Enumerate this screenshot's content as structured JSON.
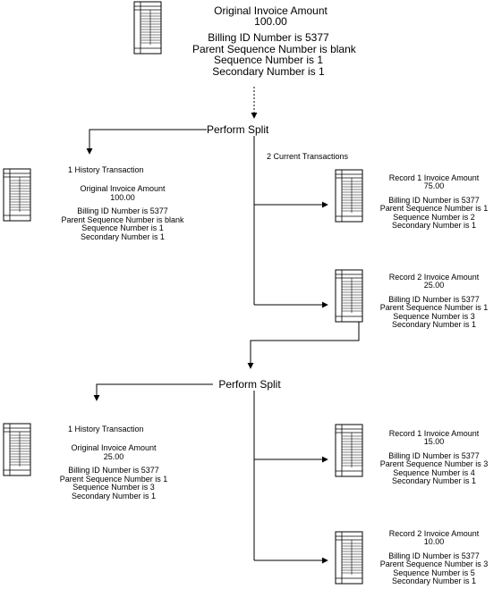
{
  "top": {
    "amount_label": "Original Invoice Amount",
    "amount_value": "100.00",
    "billing": "Billing  ID Number is 5377",
    "parent_seq": "Parent Sequence Number is blank",
    "seq": "Sequence Number is 1",
    "secondary": "Secondary Number is 1"
  },
  "split1": {
    "label": "Perform Split",
    "current_label": "2 Current Transactions",
    "history": {
      "title": "1 History Transaction",
      "amount_label": "Original Invoice Amount",
      "amount_value": "100.00",
      "billing": "Billing ID Number is 5377",
      "parent_seq": "Parent Sequence Number is blank",
      "seq": "Sequence Number is 1",
      "secondary": "Secondary Number is 1"
    },
    "record1": {
      "amount_label": "Record 1 Invoice Amount",
      "amount_value": "75.00",
      "billing": "Billing ID Number is 5377",
      "parent_seq": "Parent Sequence Number is 1",
      "seq": "Sequence Number is 2",
      "secondary": "Secondary Number is 1"
    },
    "record2": {
      "amount_label": "Record 2 Invoice Amount",
      "amount_value": "25.00",
      "billing": "Billing ID Number is 5377",
      "parent_seq": "Parent Sequence Number is 1",
      "seq": "Sequence Number is 3",
      "secondary": "Secondary Number is 1"
    }
  },
  "split2": {
    "label": "Perform Split",
    "history": {
      "title": "1 History Transaction",
      "amount_label": "Original Invoice Amount",
      "amount_value": "25.00",
      "billing": "Billing ID Number is 5377",
      "parent_seq": "Parent Sequence Number is 1",
      "seq": "Sequence Number is 3",
      "secondary": "Secondary Number is 1"
    },
    "record1": {
      "amount_label": "Record 1 Invoice Amount",
      "amount_value": "15.00",
      "billing": "Billing ID Number is 5377",
      "parent_seq": "Parent Sequence Number is 3",
      "seq": "Sequence Number is 4",
      "secondary": "Secondary Number is 1"
    },
    "record2": {
      "amount_label": "Record 2 Invoice Amount",
      "amount_value": "10.00",
      "billing": "Billing ID Number is 5377",
      "parent_seq": "Parent Sequence Number is 3",
      "seq": "Sequence Number is 5",
      "secondary": "Secondary Number is 1"
    }
  }
}
